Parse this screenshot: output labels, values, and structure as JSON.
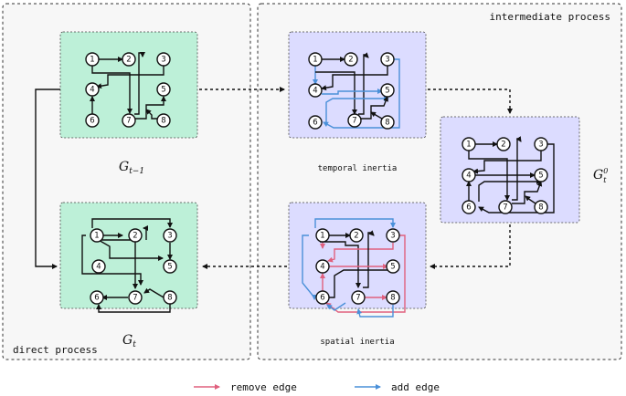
{
  "panels": {
    "direct": {
      "label": "direct process"
    },
    "intermediate": {
      "label": "intermediate process"
    }
  },
  "graphs": {
    "g_prev": {
      "label_main": "G",
      "label_sub": "t−1"
    },
    "g_t": {
      "label_main": "G",
      "label_sub": "t"
    },
    "g_t0": {
      "label_main": "G",
      "label_sub": "t",
      "label_sup": "0"
    },
    "temporal": {
      "caption": "temporal inertia"
    },
    "spatial": {
      "caption": "spatial inertia"
    }
  },
  "node_labels": [
    "1",
    "2",
    "3",
    "4",
    "5",
    "6",
    "7",
    "8"
  ],
  "legend": {
    "remove": {
      "label": "remove edge",
      "color": "#e0607e"
    },
    "add": {
      "label": "add edge",
      "color": "#4a90d9"
    }
  },
  "colors": {
    "green_bg": "#bdf0d8",
    "purple_bg": "#dcdcff",
    "panel_bg": "#f7f7f7",
    "edge": "#111111"
  }
}
